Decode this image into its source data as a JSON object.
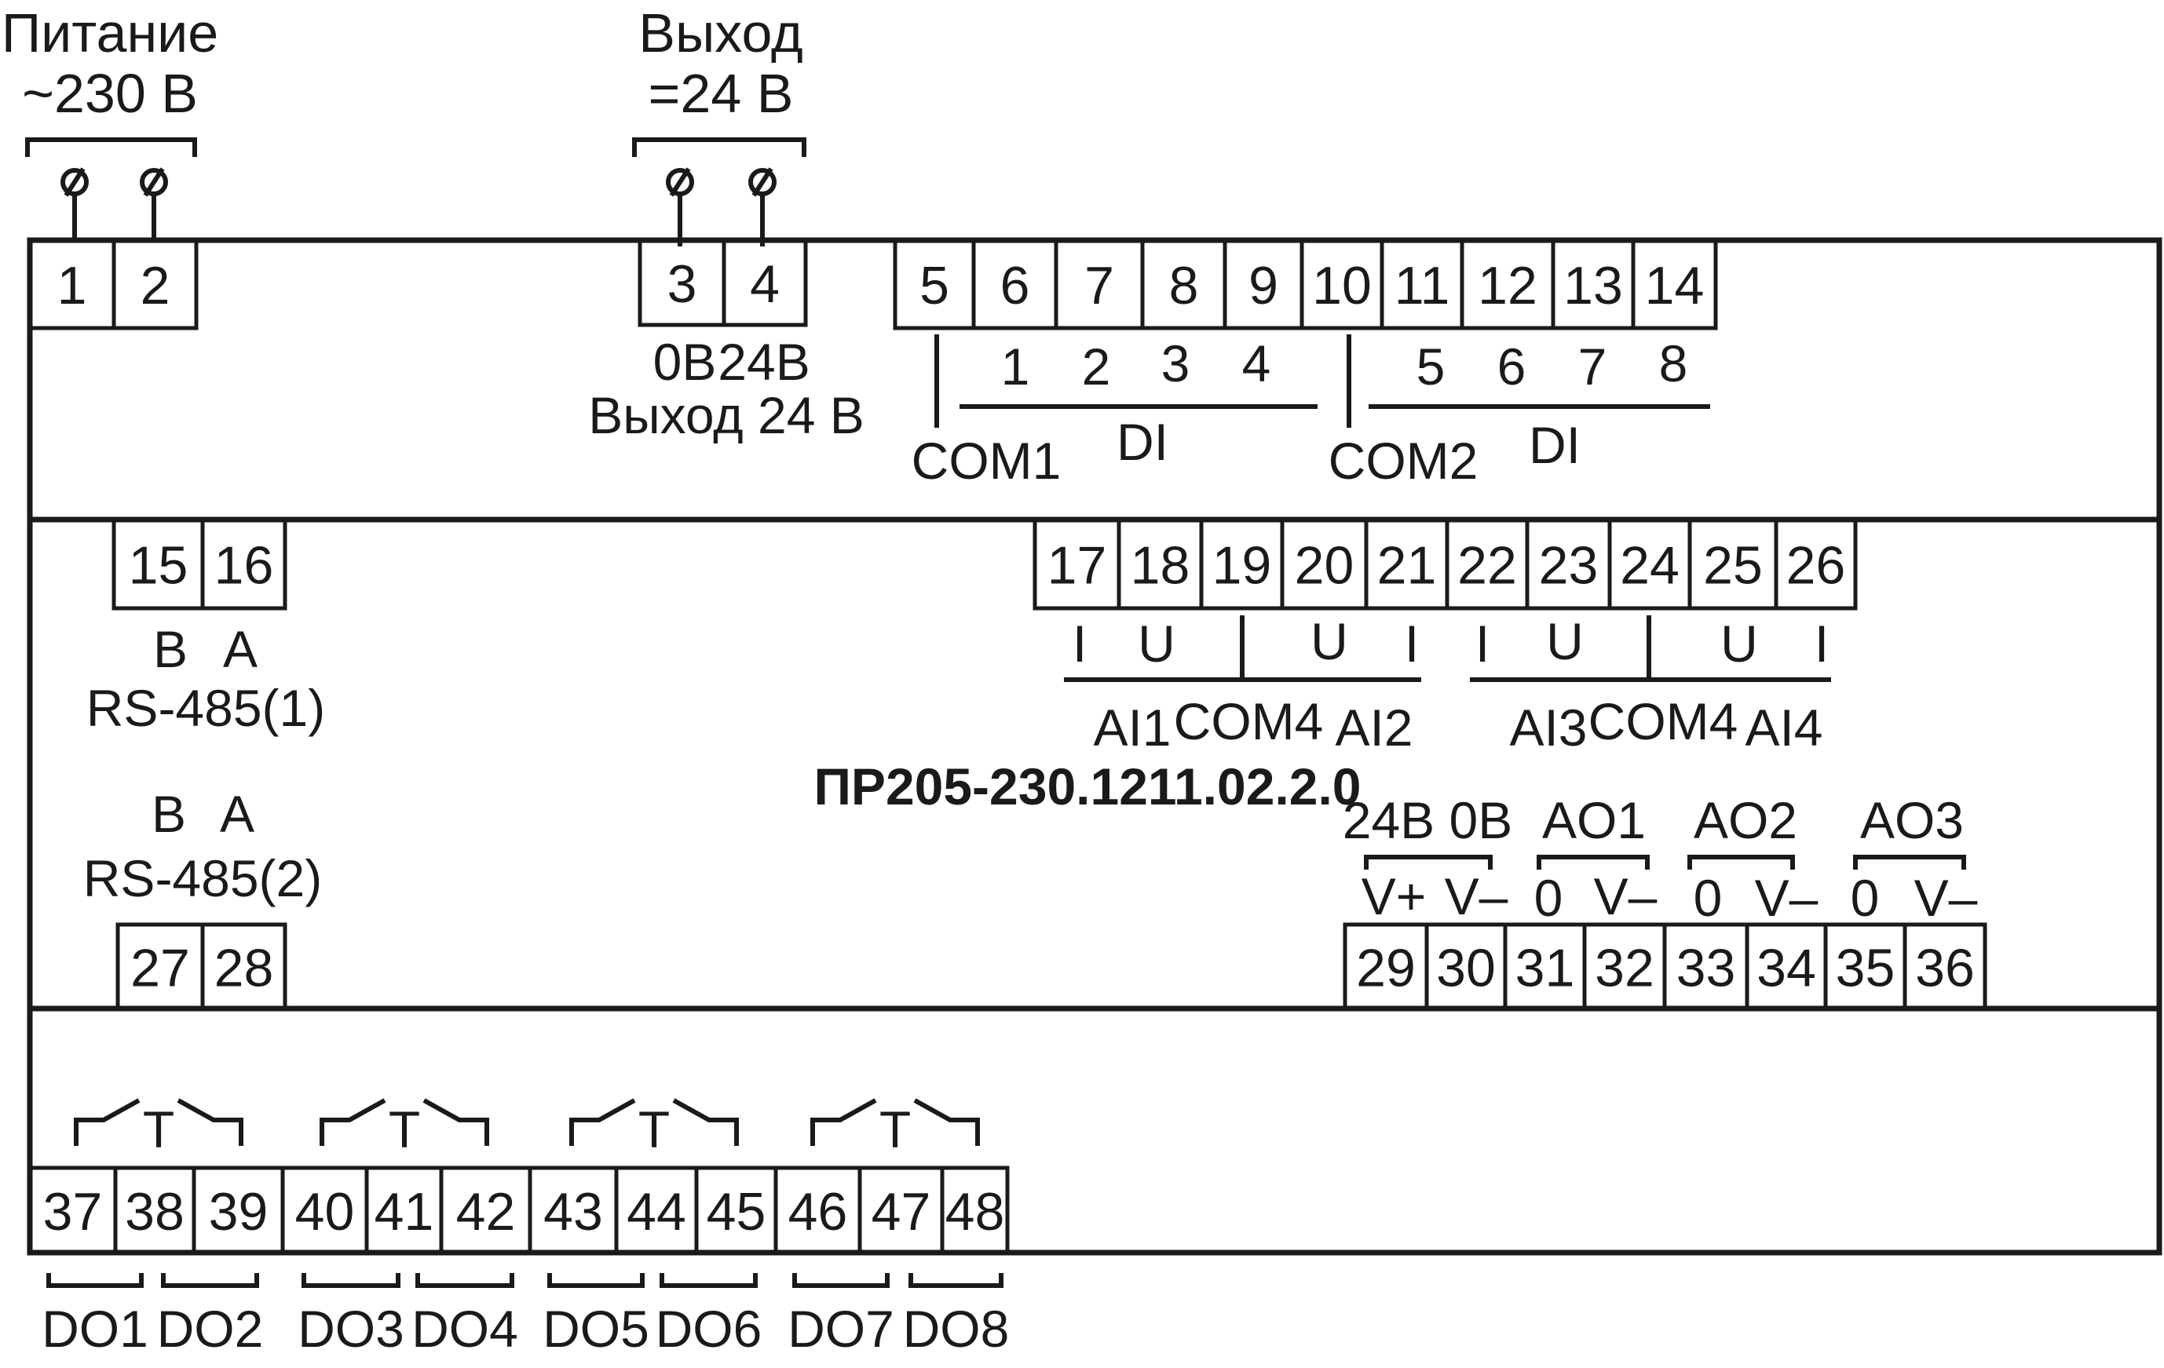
{
  "power": {
    "title": "Питание",
    "voltage": "~230 В"
  },
  "out24": {
    "title": "Выход",
    "voltage": "=24 В",
    "v0": "0В",
    "v24": "24В",
    "caption": "Выход 24 В"
  },
  "model": "ПР205-230.1211.02.2.0",
  "terminals": [
    "1",
    "2",
    "3",
    "4",
    "5",
    "6",
    "7",
    "8",
    "9",
    "10",
    "11",
    "12",
    "13",
    "14",
    "15",
    "16",
    "17",
    "18",
    "19",
    "20",
    "21",
    "22",
    "23",
    "24",
    "25",
    "26",
    "27",
    "28",
    "29",
    "30",
    "31",
    "32",
    "33",
    "34",
    "35",
    "36",
    "37",
    "38",
    "39",
    "40",
    "41",
    "42",
    "43",
    "44",
    "45",
    "46",
    "47",
    "48"
  ],
  "di": {
    "g1": {
      "nums": [
        "1",
        "2",
        "3",
        "4"
      ],
      "com": "COM1",
      "label": "DI"
    },
    "g2": {
      "nums": [
        "5",
        "6",
        "7",
        "8"
      ],
      "com": "COM2",
      "label": "DI"
    }
  },
  "rs485_1": {
    "b": "B",
    "a": "A",
    "label": "RS-485(1)"
  },
  "rs485_2": {
    "b": "B",
    "a": "A",
    "label": "RS-485(2)"
  },
  "ai": {
    "i": "I",
    "u": "U",
    "ai1": "AI1",
    "ai2": "AI2",
    "ai3": "AI3",
    "ai4": "AI4",
    "com_a": "COM4",
    "com_b": "COM4"
  },
  "ao": {
    "supply": "24В 0В",
    "vplus": "V+",
    "vminus": "V–",
    "zero": "0",
    "ao1": "AO1",
    "ao2": "AO2",
    "ao3": "AO3"
  },
  "relay_common": "T",
  "do_labels": [
    "DO1",
    "DO2",
    "DO3",
    "DO4",
    "DO5",
    "DO6",
    "DO7",
    "DO8"
  ]
}
